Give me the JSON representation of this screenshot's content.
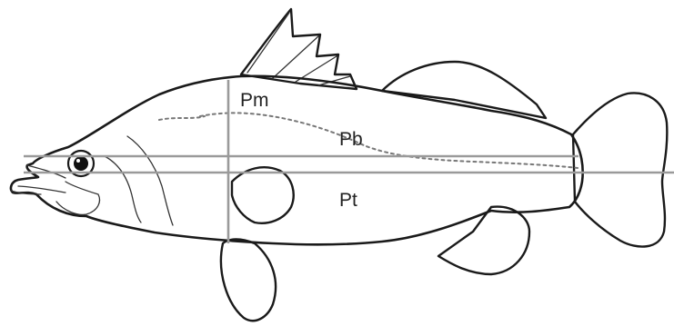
{
  "diagram": {
    "labels": {
      "pm": "Pm",
      "pb": "Pb",
      "pt": "Pt"
    },
    "colors": {
      "outline": "#1a1a1a",
      "guide_lines": "#9a9a9a",
      "background": "#ffffff"
    }
  }
}
